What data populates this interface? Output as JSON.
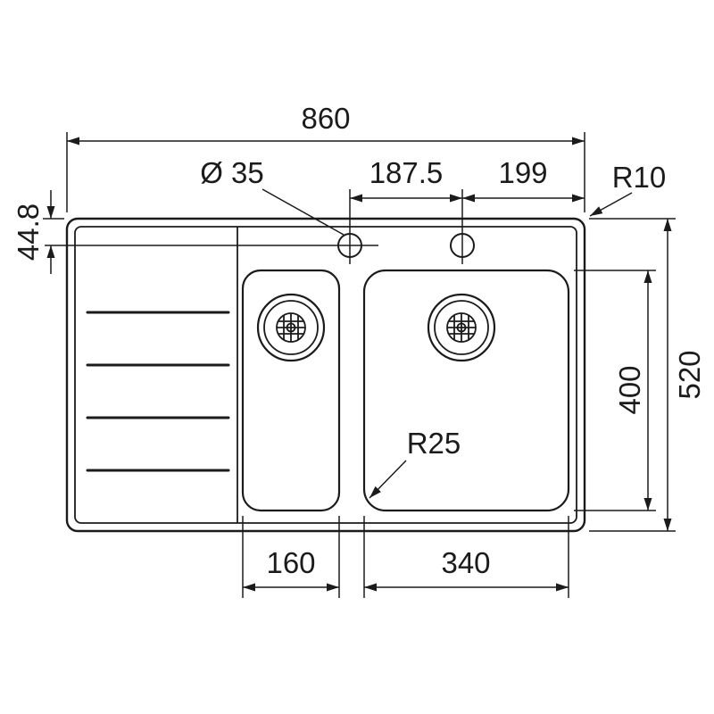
{
  "drawing": {
    "labels": {
      "total_width": "860",
      "tap_diameter": "Ø 35",
      "tap_spacing": "187.5",
      "tap_edge_offset": "199",
      "corner_radius": "R10",
      "tap_top_offset": "44.8",
      "total_depth": "520",
      "bowl_depth": "400",
      "bowl_corner_radius": "R25",
      "small_bowl_width": "160",
      "large_bowl_width": "340"
    }
  }
}
